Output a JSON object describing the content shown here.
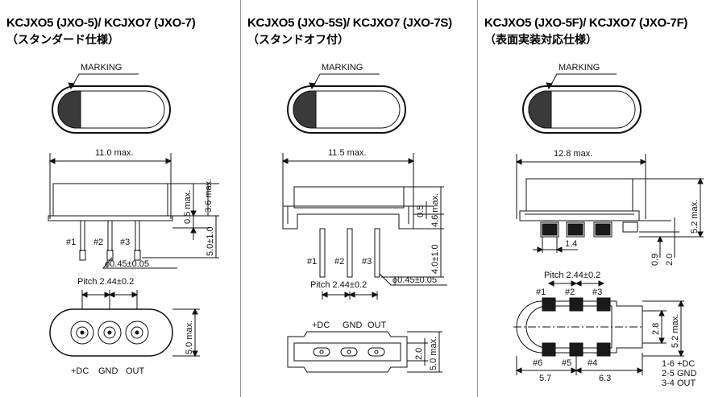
{
  "panels": [
    {
      "title": "KCJXO5 (JXO-5)/ KCJXO7 (JXO-7)",
      "subtitle": "（スタンダード仕様）",
      "marking": "MARKING",
      "dims": {
        "width": "11.0 max.",
        "h1": "0.5 max.",
        "h2": "3.6 max.",
        "h3": "5.0±1.0",
        "top_h": "5.0 max."
      },
      "pins": [
        "#1",
        "#2",
        "#3"
      ],
      "pin_dia": "ϕ0.45±0.05",
      "pitch": "Pitch 2.44±0.2",
      "bottom_labels": [
        "+DC",
        "GND",
        "OUT"
      ]
    },
    {
      "title": "KCJXO5 (JXO-5S)/ KCJXO7 (JXO-7S)",
      "subtitle": "（スタンドオフ付）",
      "marking": "MARKING",
      "dims": {
        "width": "11.5 max.",
        "h1": "0.5",
        "h2": "4.6 max.",
        "h3": "4.0±1.0",
        "top_h1": "2.0",
        "top_h2": "5.0 max."
      },
      "pins": [
        "#1",
        "#2",
        "#3"
      ],
      "pin_dia": "ϕ0.45±0.05",
      "pitch": "Pitch 2.44±0.2",
      "bottom_labels": [
        "+DC",
        "GND",
        "OUT"
      ]
    },
    {
      "title": "KCJXO5 (JXO-5F)/ KCJXO7 (JXO-7F)",
      "subtitle": "（表面実装対応仕様）",
      "marking": "MARKING",
      "dims": {
        "width": "12.8 max.",
        "h_total": "5.2 max.",
        "pad_w": "1.4",
        "p09": "0.9",
        "p20": "2.0",
        "pad_h": "2.8",
        "top_h": "5.2 max.",
        "d57": "5.7",
        "d63": "6.3"
      },
      "pitch": "Pitch 2.44±0.2",
      "top_pins": [
        "#1",
        "#2",
        "#3"
      ],
      "bot_pins": [
        "#6",
        "#5",
        "#4"
      ],
      "legend": [
        "1-6 +DC",
        "2-5 GND",
        "3-4 OUT"
      ]
    }
  ],
  "colors": {
    "line": "#111111",
    "marking_fill": "#3a3a3a",
    "pad_fill": "#1a1a1a",
    "divider": "#999999"
  }
}
